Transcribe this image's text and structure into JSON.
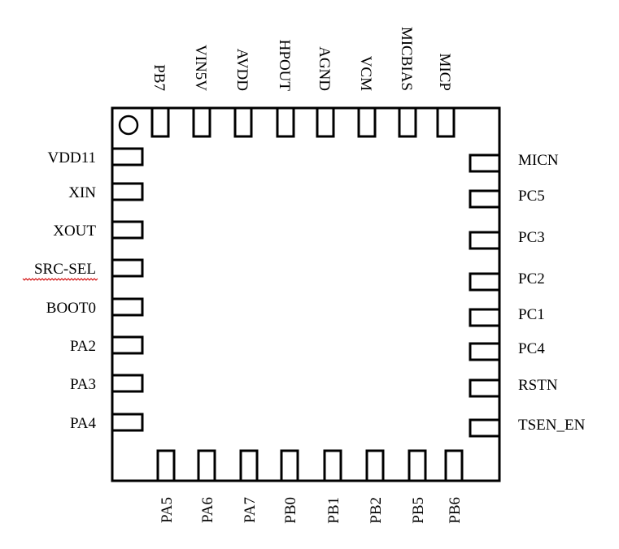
{
  "diagram": {
    "type": "ic-pinout",
    "package_marker": "pin-1-dot",
    "top_pins": [
      "PB7",
      "VIN5V",
      "AVDD",
      "HPOUT",
      "AGND",
      "VCM",
      "MICBIAS",
      "MICP"
    ],
    "left_pins": [
      "VDD11",
      "XIN",
      "XOUT",
      "SRC-SEL",
      "BOOT0",
      "PA2",
      "PA3",
      "PA4"
    ],
    "right_pins": [
      "MICN",
      "PC5",
      "PC3",
      "PC2",
      "PC1",
      "PC4",
      "RSTN",
      "TSEN_EN"
    ],
    "bottom_pins": [
      "PA5",
      "PA6",
      "PA7",
      "PB0",
      "PB1",
      "PB2",
      "PB5",
      "PB6"
    ],
    "spellcheck_flagged": [
      "SRC-SEL"
    ],
    "colors": {
      "outline": "#000000",
      "background": "#ffffff",
      "spellcheck": "#d00000"
    }
  }
}
